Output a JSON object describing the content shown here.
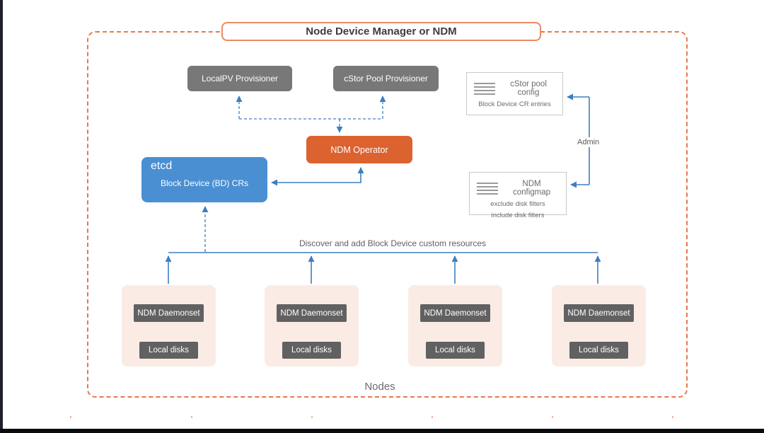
{
  "title": "Node Device Manager or NDM",
  "provisioners": [
    {
      "label": "LocalPV Provisioner"
    },
    {
      "label": "cStor Pool Provisioner"
    }
  ],
  "operator": {
    "label": "NDM Operator"
  },
  "etcd": {
    "title": "etcd",
    "entry": "Block Device (BD) CRs"
  },
  "config_boxes": [
    {
      "title": "cStor pool config",
      "lines": [
        "Block Device CR entries"
      ]
    },
    {
      "title": "NDM configmap",
      "lines": [
        "exclude disk filters",
        "include disk filters"
      ]
    }
  ],
  "admin_label": "Admin",
  "discover_label": "Discover and add Block Device custom resources",
  "nodes": {
    "group_label": "Nodes",
    "items": [
      {
        "daemonset": "NDM Daemonset",
        "disks": "Local disks"
      },
      {
        "daemonset": "NDM Daemonset",
        "disks": "Local disks"
      },
      {
        "daemonset": "NDM Daemonset",
        "disks": "Local disks"
      },
      {
        "daemonset": "NDM Daemonset",
        "disks": "Local disks"
      }
    ]
  },
  "colors": {
    "boundary_dashed": "#e8784f",
    "operator_orange": "#dc6230",
    "etcd_blue": "#4a8fd2",
    "provisioner_gray": "#787878",
    "node_chip_gray": "#616161",
    "node_bg_pink": "#fbebe5",
    "arrow_blue": "#3e7ec1",
    "arrow_dashed_blue": "#5e95d2"
  }
}
